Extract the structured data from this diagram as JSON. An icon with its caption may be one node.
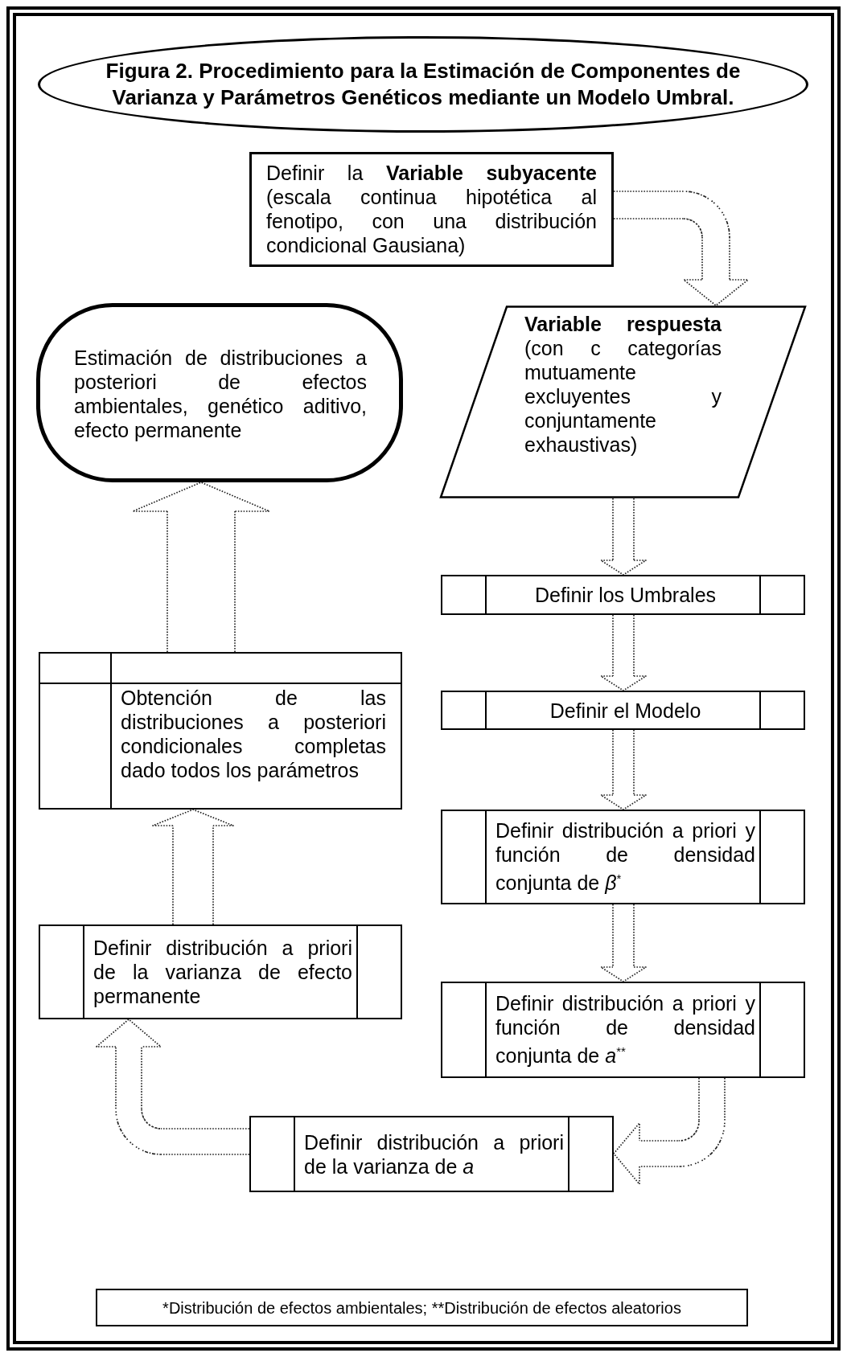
{
  "diagram": {
    "title": "Figura 2. Procedimiento para la Estimación de Componentes de Varianza y Parámetros Genéticos mediante un Modelo Umbral.",
    "nodes": [
      {
        "text": [
          "Definir la **Variable subyacente** (escala continua hipotética al fenotipo, con una distribución condicional Gausiana)"
        ]
      },
      {
        "text": [
          "Estimación de distribuciones a posteriori de efectos ambientales, genético aditivo, efecto permanente"
        ]
      },
      {
        "text": [
          "**Variable respuesta** (con c categorías mutuamente excluyentes y conjuntamente exhaustivas)"
        ]
      },
      {
        "text": [
          "Definir los Umbrales"
        ]
      },
      {
        "text": [
          "Obtención de las distribuciones a posteriori condicionales completas dado todos los parámetros"
        ]
      },
      {
        "text": [
          "Definir el Modelo"
        ]
      },
      {
        "text": [
          "Definir distribución a priori y función de densidad conjunta de *β*$^{*}$"
        ]
      },
      {
        "text": [
          "Definir distribución a priori de la varianza de efecto permanente"
        ]
      },
      {
        "text": [
          "Definir distribución a priori y función de densidad conjunta de *a*$^{**}$"
        ]
      },
      {
        "text": [
          "Definir distribución a priori de la varianza de *a*"
        ]
      },
      {
        "text": [
          "*Distribución de efectos ambientales; **Distribución de efectos aleatorios"
        ]
      }
    ],
    "edges": [
      {
        "from": 0,
        "to": 2,
        "arrow": "to"
      },
      {
        "from": 2,
        "to": 3,
        "arrow": "to"
      },
      {
        "from": 3,
        "to": 5,
        "arrow": "to"
      },
      {
        "from": 5,
        "to": 6,
        "arrow": "to"
      },
      {
        "from": 6,
        "to": 8,
        "arrow": "to"
      },
      {
        "from": 8,
        "to": 9,
        "arrow": "to"
      },
      {
        "from": 9,
        "to": 7,
        "arrow": "to"
      },
      {
        "from": 7,
        "to": 4,
        "arrow": "to"
      },
      {
        "from": 4,
        "to": 1,
        "arrow": "to"
      }
    ]
  }
}
